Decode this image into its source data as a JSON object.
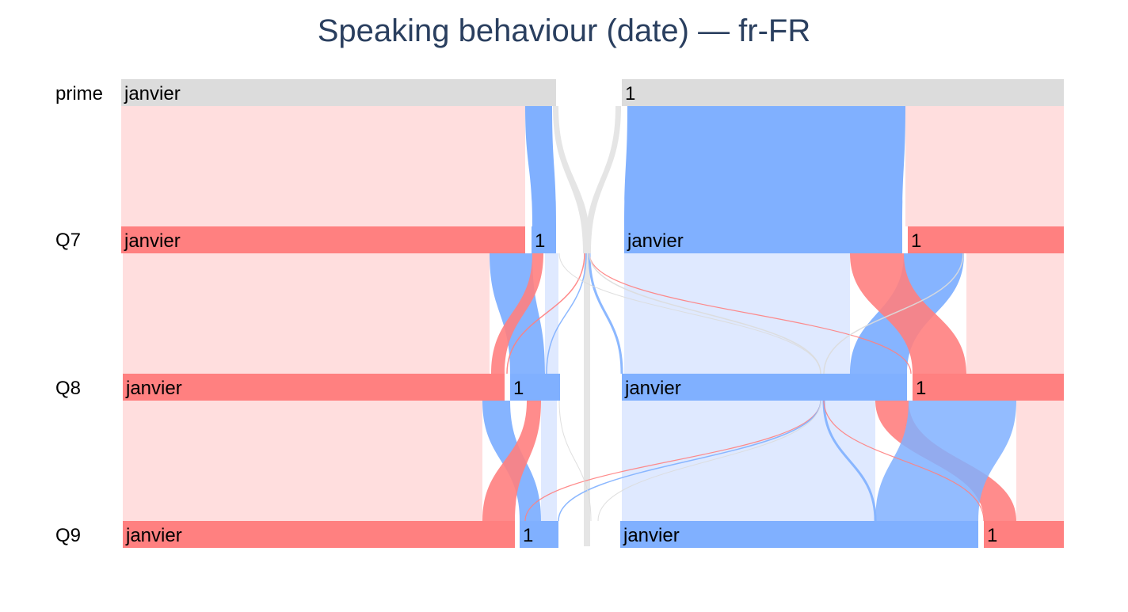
{
  "chart_data": {
    "type": "parallel-categories",
    "title": "Speaking behaviour (date) — fr-FR",
    "dimensions": [
      "prime",
      "Q7",
      "Q8",
      "Q9"
    ],
    "categories": [
      "janvier",
      "1"
    ],
    "colors": {
      "red": "#ff8080",
      "red_light": "#ffdede",
      "blue": "#80b0ff",
      "blue_light": "#dfe9ff",
      "gray": "#dcdcdc",
      "gray_flow": "#e5e5e5"
    },
    "nodes": [
      {
        "dimension": "prime",
        "category": "janvier",
        "color": "gray"
      },
      {
        "dimension": "prime",
        "category": "1",
        "color": "gray"
      },
      {
        "dimension": "Q7",
        "category": "janvier",
        "color": "red"
      },
      {
        "dimension": "Q7",
        "category": "1",
        "color": "blue"
      },
      {
        "dimension": "Q7",
        "category": "janvier",
        "color": "blue"
      },
      {
        "dimension": "Q7",
        "category": "1",
        "color": "red"
      },
      {
        "dimension": "Q8",
        "category": "janvier",
        "color": "red"
      },
      {
        "dimension": "Q8",
        "category": "1",
        "color": "blue"
      },
      {
        "dimension": "Q8",
        "category": "janvier",
        "color": "blue"
      },
      {
        "dimension": "Q8",
        "category": "1",
        "color": "red"
      },
      {
        "dimension": "Q9",
        "category": "janvier",
        "color": "red"
      },
      {
        "dimension": "Q9",
        "category": "1",
        "color": "blue"
      },
      {
        "dimension": "Q9",
        "category": "janvier",
        "color": "blue"
      },
      {
        "dimension": "Q9",
        "category": "1",
        "color": "red"
      }
    ]
  }
}
